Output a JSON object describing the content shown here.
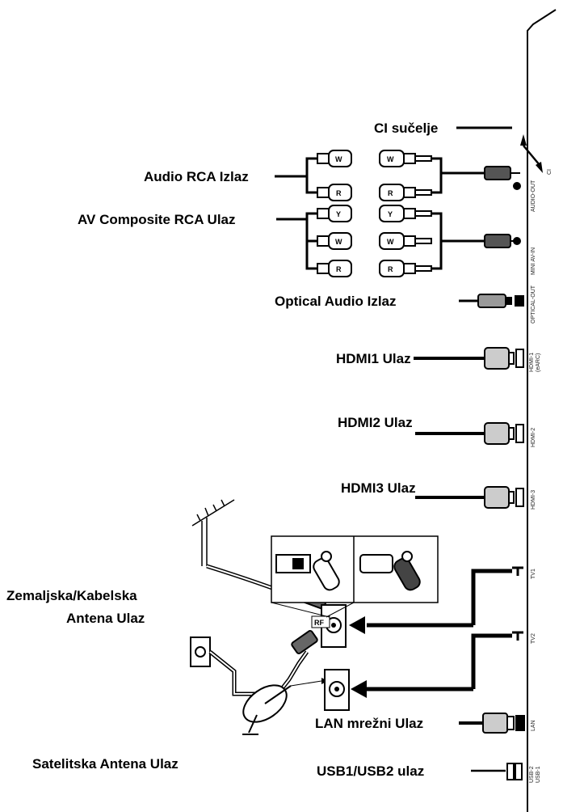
{
  "labels": {
    "ci": "CI sučelje",
    "audio_rca_out": "Audio RCA Izlaz",
    "av_composite_in": "AV Composite RCA Ulaz",
    "optical_out": "Optical Audio Izlaz",
    "hdmi1_in": "HDMI1 Ulaz",
    "hdmi2_in": "HDMI2 Ulaz",
    "hdmi3_in": "HDMI3 Ulaz",
    "antenna_line1": "Zemaljska/Kabelska",
    "antenna_line2": "Antena Ulaz",
    "satellite_in": "Satelitska Antena Ulaz",
    "lan_in": "LAN mrežni Ulaz",
    "usb_in": "USB1/USB2 ulaz"
  },
  "ports": {
    "ci": "CI",
    "audio_out": "AUDIO-OUT",
    "mini_av": "MINI AV-IN",
    "optical": "OPTICAL-OUT",
    "hdmi1_a": "HDMI-1",
    "hdmi1_b": "(eARC)",
    "hdmi2": "HDMI-2",
    "hdmi3": "HDMI-3",
    "tv1": "TV1",
    "tv2": "TV2",
    "lan": "LAN",
    "usb2": "USB-2",
    "usb1": "USB-1"
  },
  "rca_letters": {
    "w": "W",
    "r": "R",
    "y": "Y"
  },
  "rf_tag": "RF"
}
